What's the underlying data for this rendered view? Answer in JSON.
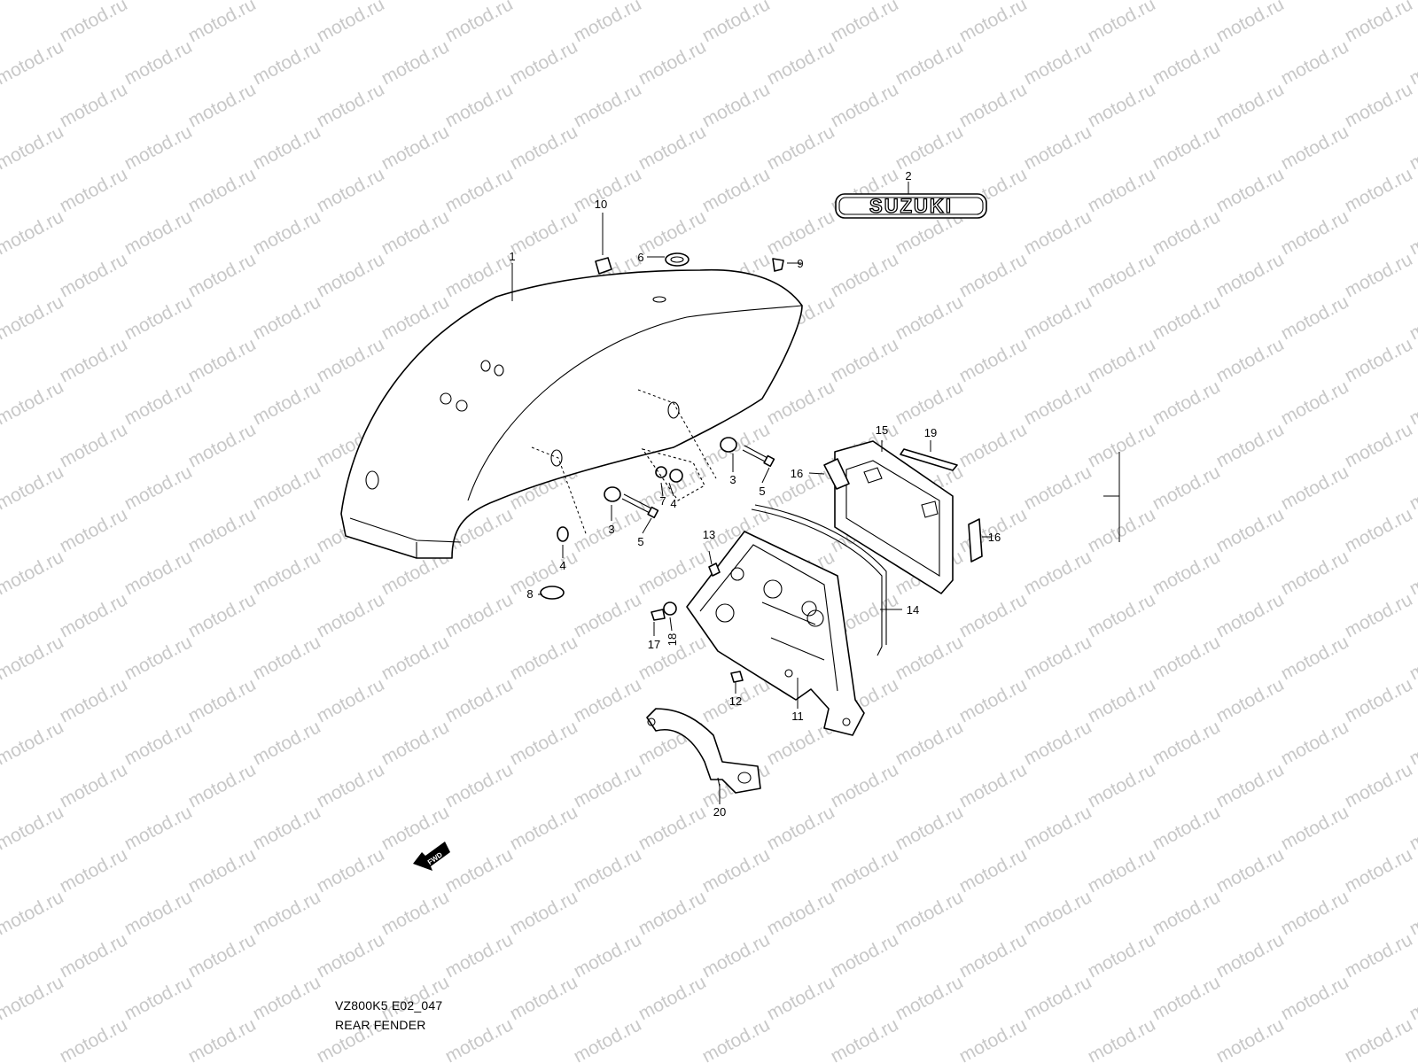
{
  "watermark": {
    "text": "motod.ru",
    "color": "#c8c8c8"
  },
  "diagram": {
    "model_code": "VZ800K5 E02_047",
    "title": "REAR FENDER",
    "emblem_text": "SUZUKI",
    "fwd_label": "FWD",
    "callouts": [
      "1",
      "2",
      "3",
      "3",
      "4",
      "4",
      "5",
      "5",
      "6",
      "7",
      "8",
      "9",
      "10",
      "11",
      "12",
      "13",
      "14",
      "15",
      "16",
      "16",
      "17",
      "18",
      "19",
      "20"
    ]
  }
}
